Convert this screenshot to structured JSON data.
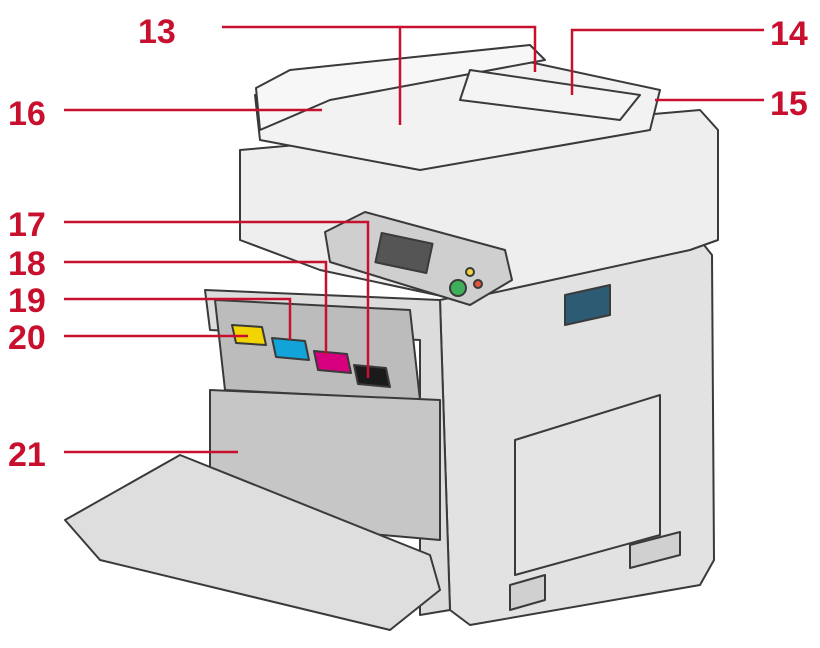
{
  "colors": {
    "callout": "#c8102e",
    "outline": "#3a3a3a",
    "body": "#e9e9e9",
    "body_shade": "#d6d6d6",
    "dark": "#7a7a7a",
    "toner_yellow": "#f2d400",
    "toner_cyan": "#12a3d8",
    "toner_magenta": "#d6007e",
    "toner_black": "#1a1a1a",
    "waste_box": "#8fd1ad"
  },
  "callouts": [
    {
      "id": "n13",
      "number": "13"
    },
    {
      "id": "n14",
      "number": "14"
    },
    {
      "id": "n15",
      "number": "15"
    },
    {
      "id": "n16",
      "number": "16"
    },
    {
      "id": "n17",
      "number": "17"
    },
    {
      "id": "n18",
      "number": "18"
    },
    {
      "id": "n19",
      "number": "19"
    },
    {
      "id": "n20",
      "number": "20"
    },
    {
      "id": "n21",
      "number": "21"
    }
  ]
}
